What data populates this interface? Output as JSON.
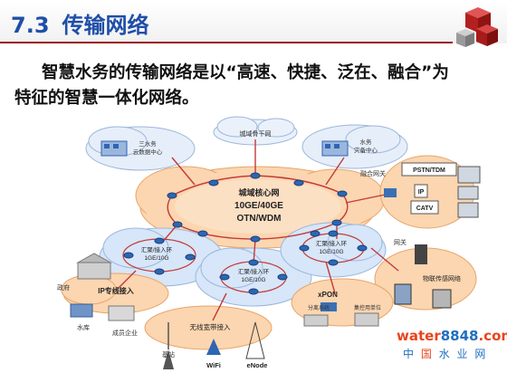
{
  "slide": {
    "number": "7.3",
    "title": "传输网络",
    "intro_line1": "智慧水务的传输网络是以“高速、快捷、泛在、融合”为",
    "intro_line2": "特征的智慧一体化网络。"
  },
  "diagram": {
    "backbone": "城域骨干网",
    "cloud_dc": [
      "三水务",
      "云数据中心"
    ],
    "water_dc": [
      "水务",
      "灾备中心"
    ],
    "core": [
      "城域核心网",
      "10GE/40GE",
      "OTN/WDM"
    ],
    "fusion_gateway": "融合网关",
    "legacy_nets": [
      "PSTN/TDM",
      "IP",
      "CATV"
    ],
    "agg_left": [
      "汇聚/接入环",
      "1GE/10G"
    ],
    "agg_mid": [
      "汇聚/接入环",
      "1GE/10G"
    ],
    "agg_right": [
      "汇聚/接入环",
      "1GE/10G"
    ],
    "gateway": "网关",
    "iot": "物联传感网络",
    "ip_access": "IP专线接入",
    "government": "政府",
    "reservoir": "水库",
    "enterprise": "成员企业",
    "wireless": "无线宽带接入",
    "base_station": "基站",
    "wifi": "WiFi",
    "enode": "eNode",
    "xpon": "xPON",
    "splitter": "分离系统",
    "unit": "集控用单位"
  },
  "watermark": {
    "brand_a": "water",
    "brand_b": "8848",
    "brand_c": ".com",
    "cn": [
      "中",
      "国",
      "水",
      "业",
      "网"
    ]
  },
  "colors": {
    "title_blue": "#1f4fa8",
    "rule_red": "#9c0b12",
    "cloud_orange": "#fbd6b0",
    "cloud_orange_edge": "#e8a46a",
    "cloud_blue": "#d7e6f8",
    "cloud_blue_edge": "#9bb6dd",
    "router_blue": "#2d66b3",
    "link_red": "#c33a3a"
  }
}
